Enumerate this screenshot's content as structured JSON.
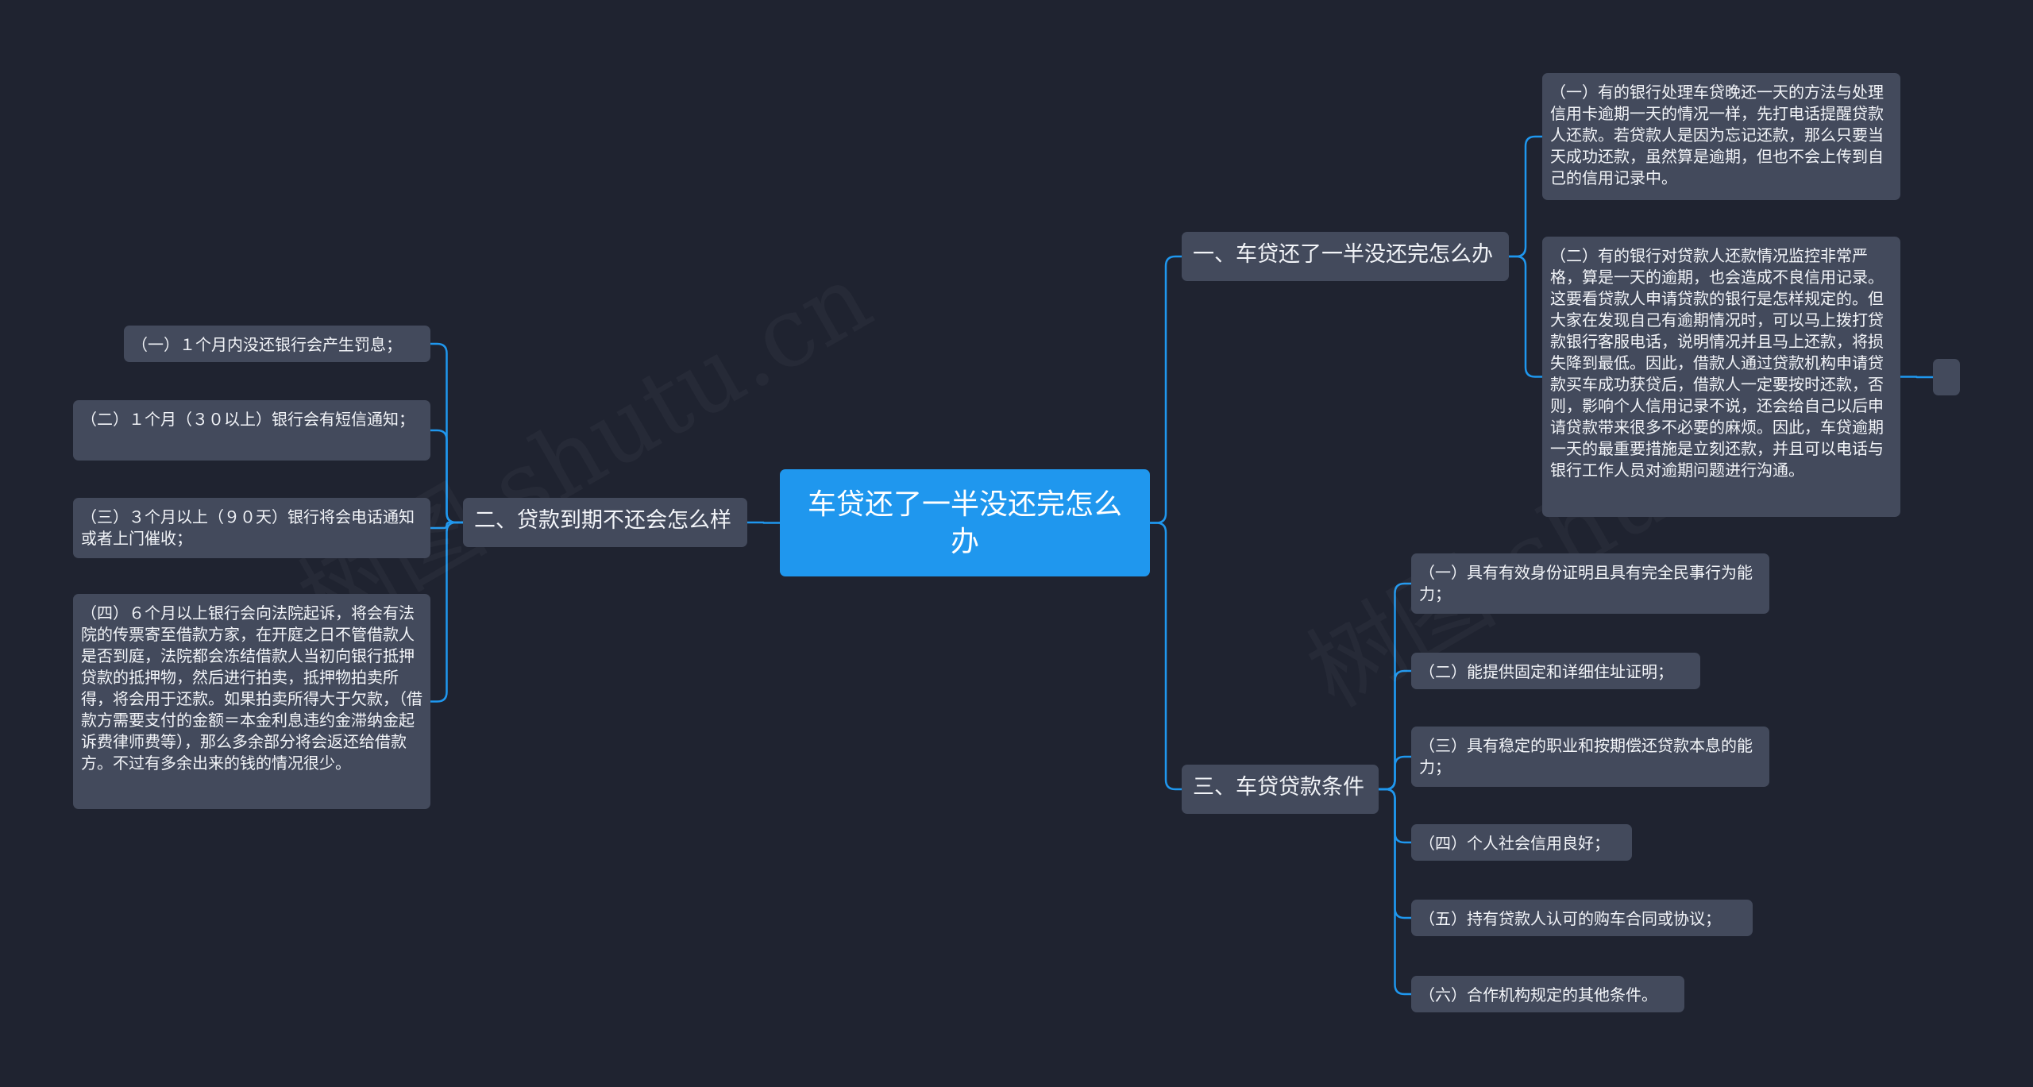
{
  "colors": {
    "background": "#1f2330",
    "root": "#1f97ee",
    "node": "#434a5c",
    "line": "#1f97ee"
  },
  "root": {
    "text": "车贷还了一半没还完怎么办"
  },
  "branches": [
    {
      "text": "一、车贷还了一半没还完怎么办",
      "leaves": [
        "（一）有的银行处理车贷晚还一天的方法与处理信用卡逾期一天的情况一样，先打电话提醒贷款人还款。若贷款人是因为忘记还款，那么只要当天成功还款，虽然算是逾期，但也不会上传到自己的信用记录中。",
        "（二）有的银行对贷款人还款情况监控非常严格，算是一天的逾期，也会造成不良信用记录。这要看贷款人申请贷款的银行是怎样规定的。但大家在发现自己有逾期情况时，可以马上拨打贷款银行客服电话，说明情况并且马上还款，将损失降到最低。因此，借款人通过贷款机构申请贷款买车成功获贷后，借款人一定要按时还款，否则，影响个人信用记录不说，还会给自己以后申请贷款带来很多不必要的麻烦。因此，车贷逾期一天的最重要措施是立刻还款，并且可以电话与银行工作人员对逾期问题进行沟通。"
      ]
    },
    {
      "text": "二、贷款到期不还会怎么样",
      "leaves": [
        "（一）１个月内没还银行会产生罚息；",
        "（二）１个月（３０以上）银行会有短信通知；",
        "（三）３个月以上（９０天）银行将会电话通知或者上门催收；",
        "（四）６个月以上银行会向法院起诉，将会有法院的传票寄至借款方家，在开庭之日不管借款人是否到庭，法院都会冻结借款人当初向银行抵押贷款的抵押物，然后进行拍卖，抵押物拍卖所得，将会用于还款。如果拍卖所得大于欠款，（借款方需要支付的金额＝本金利息违约金滞纳金起诉费律师费等），那么多余部分将会返还给借款方。不过有多余出来的钱的情况很少。"
      ]
    },
    {
      "text": "三、车贷贷款条件",
      "leaves": [
        "（一）具有有效身份证明且具有完全民事行为能力；",
        "（二）能提供固定和详细住址证明；",
        "（三）具有稳定的职业和按期偿还贷款本息的能力；",
        "（四）个人社会信用良好；",
        "（五）持有贷款人认可的购车合同或协议；",
        "（六）合作机构规定的其他条件。"
      ]
    }
  ],
  "watermark": "树图 shutu.cn"
}
